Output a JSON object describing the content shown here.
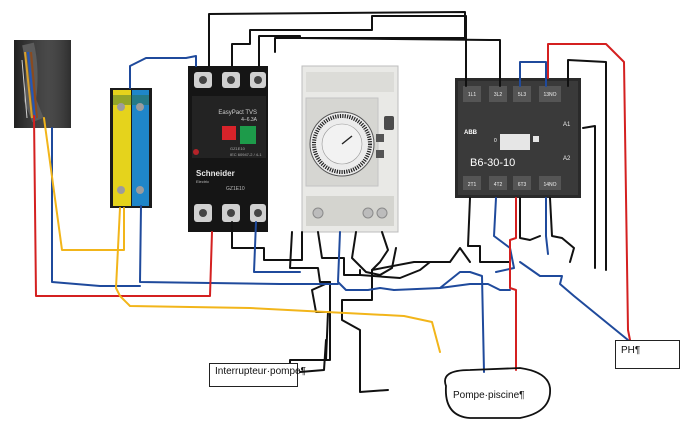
{
  "breaker": {
    "brand": "Schneider",
    "brand_sub": "Electric",
    "series": "EasyPact TVS",
    "current_range": "4–6.3A",
    "specs_line1": "GZ1E10",
    "specs_line2": "IEC 60947-2 / 4-1",
    "model": "GZ1E10",
    "class": "Cl. 10 A"
  },
  "contactor": {
    "brand": "ABB",
    "model": "B6-30-10",
    "top_terminals": [
      "1L1",
      "3L2",
      "5L3",
      "13NO"
    ],
    "bottom_terminals": [
      "2T1",
      "4T2",
      "6T3",
      "14NO"
    ],
    "coil_a1": "A1",
    "coil_a2": "A2",
    "center_mark": "0"
  },
  "labels": {
    "switch": "Interrupteur·pompe¶",
    "pump": "Pompe·piscine¶",
    "ph": "PH¶"
  },
  "colors": {
    "wire_black": "#111111",
    "wire_blue": "#1f4a9c",
    "wire_red": "#d42020",
    "wire_yellow": "#f2b51a",
    "terminal_yellow": "#e5d31c",
    "terminal_blue": "#1f86c9",
    "breaker_green": "#1d9b4a",
    "breaker_red": "#d8232a"
  }
}
